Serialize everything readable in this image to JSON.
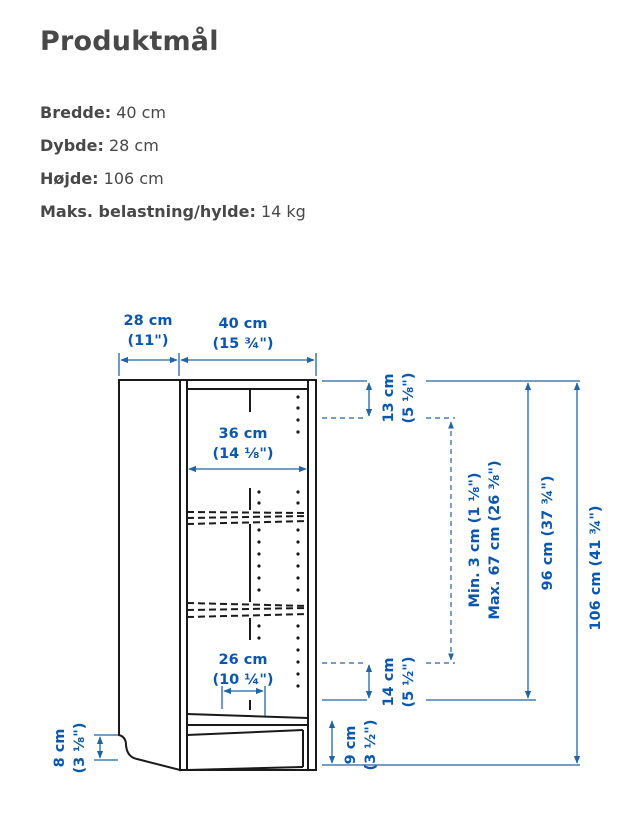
{
  "page": {
    "title": "Produktmål"
  },
  "specs": [
    {
      "label": "Bredde:",
      "value": "40 cm"
    },
    {
      "label": "Dybde:",
      "value": "28 cm"
    },
    {
      "label": "Højde:",
      "value": "106 cm"
    },
    {
      "label": "Maks. belastning/hylde:",
      "value": "14 kg"
    }
  ],
  "diagram": {
    "colors": {
      "dimension": "#0a57b0",
      "line": "#5b8ec2",
      "outline": "#1a1a1a"
    },
    "depth": {
      "cm": "28 cm",
      "inch": "(11\")"
    },
    "width": {
      "cm": "40 cm",
      "inch": "(15 ¾\")"
    },
    "inner_width": {
      "cm": "36 cm",
      "inch": "(14 ⅛\")"
    },
    "inner_depth": {
      "cm": "26 cm",
      "inch": "(10 ¼\")"
    },
    "top_gap": {
      "cm": "13 cm",
      "inch": "(5 ⅛\")"
    },
    "shelf_range": {
      "min": "Min. 3 cm (1 ⅛\")",
      "max": "Max. 67 cm (26 ⅜\")"
    },
    "bottom_gap": {
      "cm": "14 cm",
      "inch": "(5 ½\")"
    },
    "plinth_height": {
      "cm": "9 cm",
      "inch": "(3 ½\")"
    },
    "side_cutout": {
      "cm": "8 cm",
      "inch": "(3 ⅛\")"
    },
    "inner_height": {
      "text": "96 cm (37 ¾\")"
    },
    "total_height": {
      "text": "106 cm (41 ¾\")"
    }
  }
}
